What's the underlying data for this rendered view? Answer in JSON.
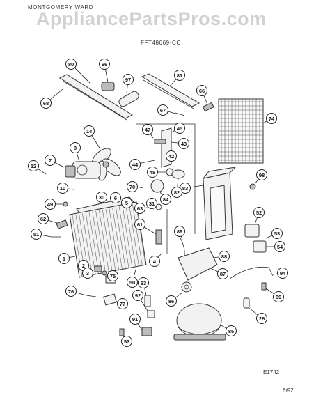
{
  "header": {
    "brand": "MONTGOMERY WARD",
    "model": "FFT48669-CC",
    "watermark": "AppliancePartsPros.com"
  },
  "footer": {
    "diagram_id": "E1742",
    "date_code": "6/92"
  },
  "callouts": [
    "80",
    "96",
    "97",
    "81",
    "68",
    "66",
    "67",
    "74",
    "14",
    "47",
    "45",
    "8",
    "43",
    "7",
    "42",
    "44",
    "12",
    "48",
    "98",
    "83",
    "10",
    "70",
    "82",
    "84",
    "30",
    "6",
    "5",
    "49",
    "31",
    "63",
    "52",
    "62",
    "61",
    "53",
    "89",
    "51",
    "54",
    "88",
    "87",
    "2",
    "4",
    "1",
    "3",
    "75",
    "50",
    "93",
    "94",
    "76",
    "92",
    "69",
    "86",
    "77",
    "26",
    "91",
    "85",
    "57"
  ]
}
